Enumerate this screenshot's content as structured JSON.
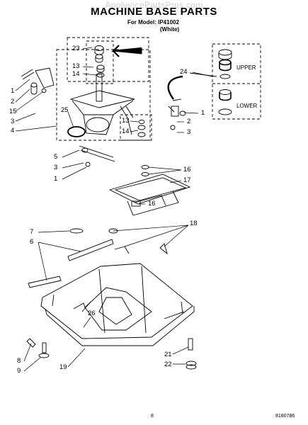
{
  "watermark": "AppliancePartsPros.com",
  "title": "MACHINE BASE PARTS",
  "model_line": "For Model: IP41002",
  "color_line": "(White)",
  "inset": {
    "upper_label": "UPPER",
    "lower_label": "LOWER"
  },
  "callouts": {
    "c23": "23",
    "c13a": "13",
    "c14a": "14",
    "c24": "24",
    "c1a": "1",
    "c2a": "2",
    "c15": "15",
    "c3a": "3",
    "c4": "4",
    "c25": "25",
    "c13b": "13",
    "c14b": "14",
    "c1b": "1",
    "c2b": "2",
    "c3b": "3",
    "c5": "5",
    "c3c": "3",
    "c1c": "1",
    "c16a": "16",
    "c17": "17",
    "c16b": "16",
    "c7": "7",
    "c6": "6",
    "c18": "18",
    "c26": "26",
    "c8": "8",
    "c9": "9",
    "c19": "19",
    "c21": "21",
    "c22": "22"
  },
  "footer": {
    "page": "8",
    "code": "8180786"
  }
}
